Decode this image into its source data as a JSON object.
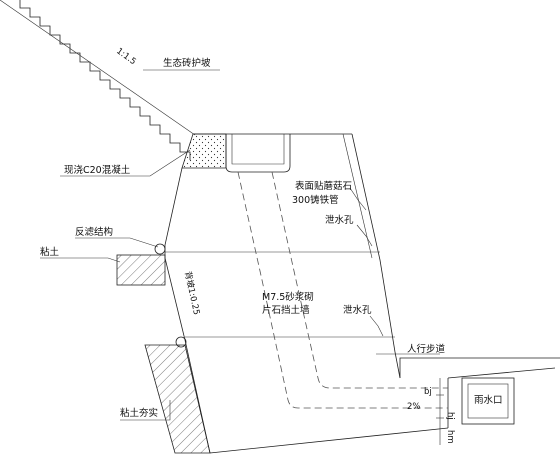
{
  "labels": {
    "slope_ratio": "1:1.5",
    "eco_brick": "生态砖护坡",
    "cast_concrete": "现浇C20混凝土",
    "surface_stone": "表面贴蘑菇石",
    "cast_iron_pipe": "300铸铁管",
    "drain_hole_1": "泄水孔",
    "filter_structure": "反滤结构",
    "clay": "粘土",
    "back_slope": "背坡1:0.25",
    "retaining_wall": "M7.5砂浆砌",
    "retaining_wall_2": "片石挡土墙",
    "drain_hole_2": "泄水孔",
    "sidewalk": "人行步道",
    "rain_inlet": "雨水口",
    "gradient": "2%",
    "dim_bj": "bj",
    "dim_hj": "hj",
    "dim_hm": "hm",
    "compacted_clay": "粘土夯实"
  }
}
